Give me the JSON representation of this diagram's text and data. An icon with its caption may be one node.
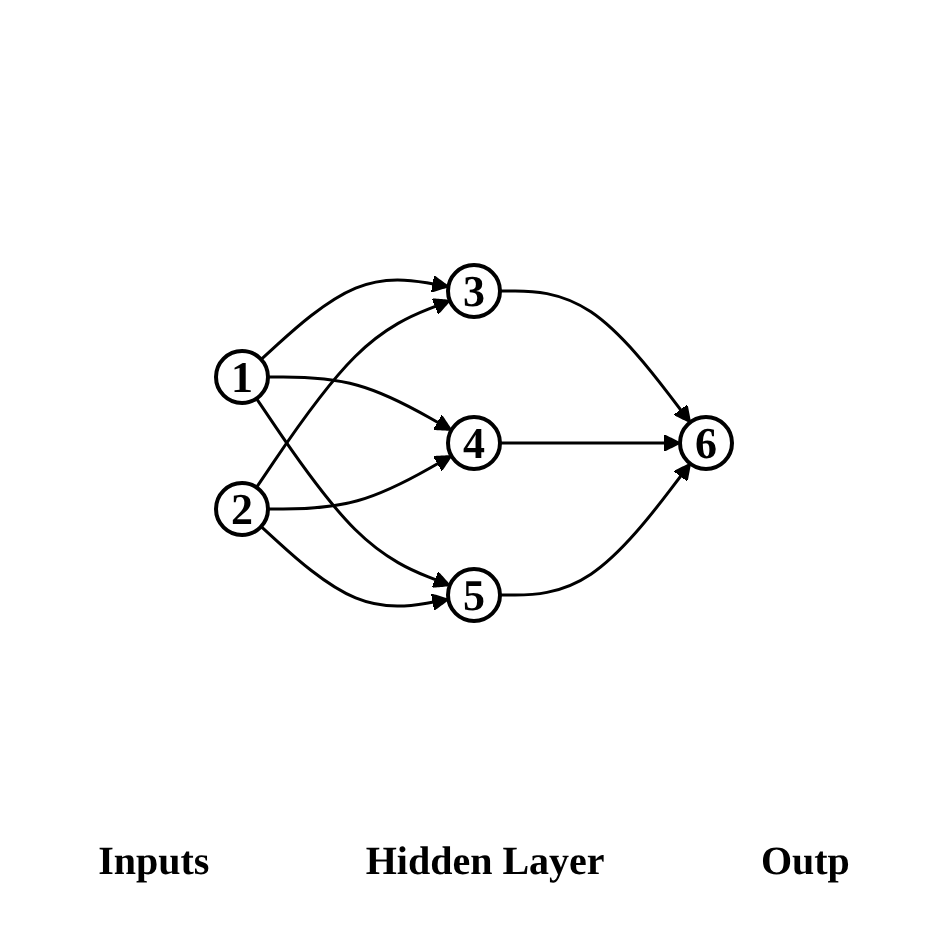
{
  "diagram": {
    "nodes": [
      {
        "text": [
          "1"
        ]
      },
      {
        "text": [
          "2"
        ]
      },
      {
        "text": [
          "3"
        ]
      },
      {
        "text": [
          "4"
        ]
      },
      {
        "text": [
          "5"
        ]
      },
      {
        "text": [
          "6"
        ]
      }
    ],
    "edges": [
      {
        "from": 0,
        "to": 2,
        "arrow": "to"
      },
      {
        "from": 0,
        "to": 3,
        "arrow": "to"
      },
      {
        "from": 0,
        "to": 4,
        "arrow": "to"
      },
      {
        "from": 1,
        "to": 2,
        "arrow": "to"
      },
      {
        "from": 1,
        "to": 3,
        "arrow": "to"
      },
      {
        "from": 1,
        "to": 4,
        "arrow": "to"
      },
      {
        "from": 2,
        "to": 5,
        "arrow": "to"
      },
      {
        "from": 3,
        "to": 5,
        "arrow": "to"
      },
      {
        "from": 4,
        "to": 5,
        "arrow": "to"
      }
    ],
    "labels": [
      "Inputs",
      "Hidden Layer",
      "Outp"
    ]
  }
}
